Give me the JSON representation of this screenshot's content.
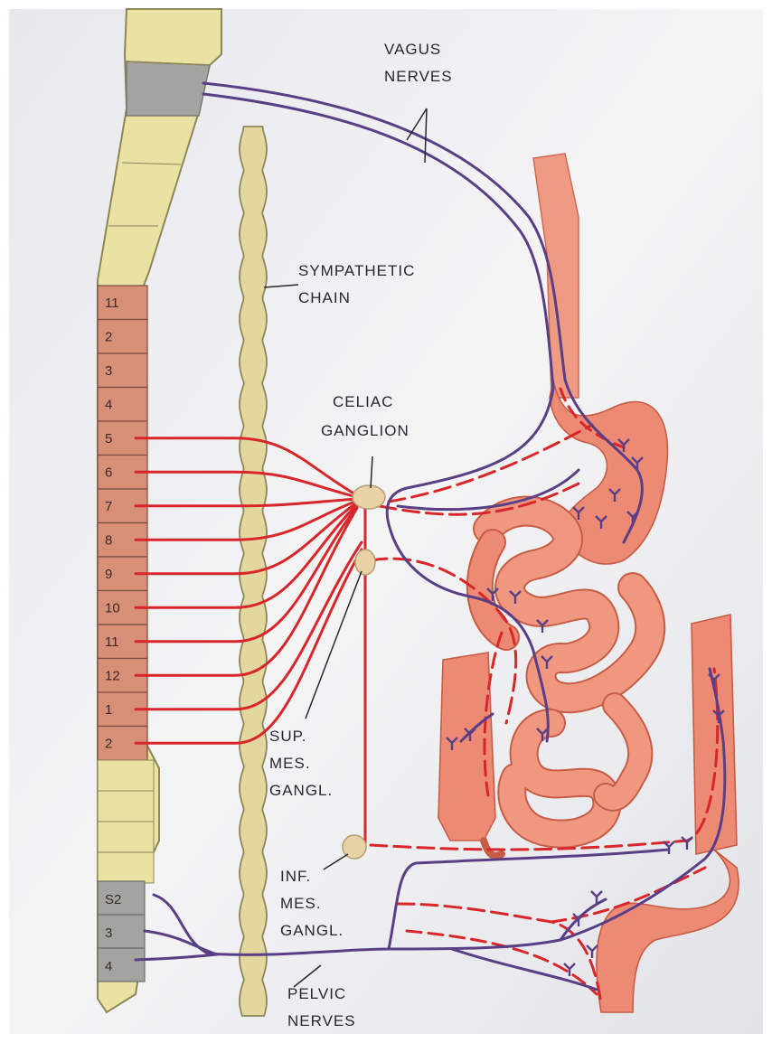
{
  "labels": {
    "vagus_1": "VAGUS",
    "vagus_2": "NERVES",
    "symp_1": "SYMPATHETIC",
    "symp_2": "CHAIN",
    "celiac_1": "CELIAC",
    "celiac_2": "GANGLION",
    "sup_1": "SUP.",
    "sup_2": "MES.",
    "sup_3": "GANGL.",
    "inf_1": "INF.",
    "inf_2": "MES.",
    "inf_3": "GANGL.",
    "pelvic_1": "PELVIC",
    "pelvic_2": "NERVES"
  },
  "vertebrae": {
    "thoracic": [
      "11",
      "2",
      "3",
      "4",
      "5",
      "6",
      "7",
      "8",
      "9",
      "10",
      "11",
      "12"
    ],
    "lumbar": [
      "1",
      "2"
    ],
    "sacral": [
      "S2",
      "3",
      "4"
    ]
  },
  "colors": {
    "sympathetic": "#d8262a",
    "parasympathetic": "#5a3f86",
    "organ": "#ec8a73",
    "spine_plain": "#e9e2a2",
    "spine_segment": "#d88f78",
    "spine_sacral": "#a3a3a0",
    "chain": "#e3d7a0"
  }
}
